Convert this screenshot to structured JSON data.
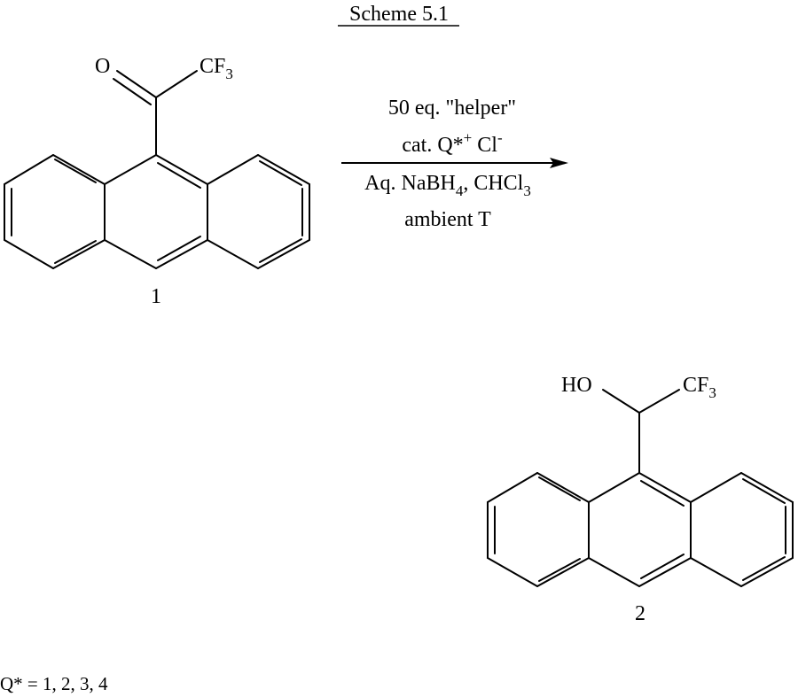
{
  "title": "Scheme 5.1",
  "reactant": {
    "number": "1",
    "carbonyl_oxygen": "O",
    "group": "CF",
    "group_subscript": "3"
  },
  "conditions": {
    "line1": "50 eq. \"helper\"",
    "line2_main": "cat. Q*",
    "line2_sup": "+",
    "line2_anion": " Cl",
    "line2_anion_sup": "-",
    "line3_a": "Aq. NaBH",
    "line3_sub1": "4",
    "line3_b": ", CHCl",
    "line3_sub2": "3",
    "line4": "ambient T"
  },
  "product": {
    "number": "2",
    "hydroxyl": "HO",
    "group": "CF",
    "group_subscript": "3"
  },
  "footnote": "Q* = 1, 2, 3, 4"
}
